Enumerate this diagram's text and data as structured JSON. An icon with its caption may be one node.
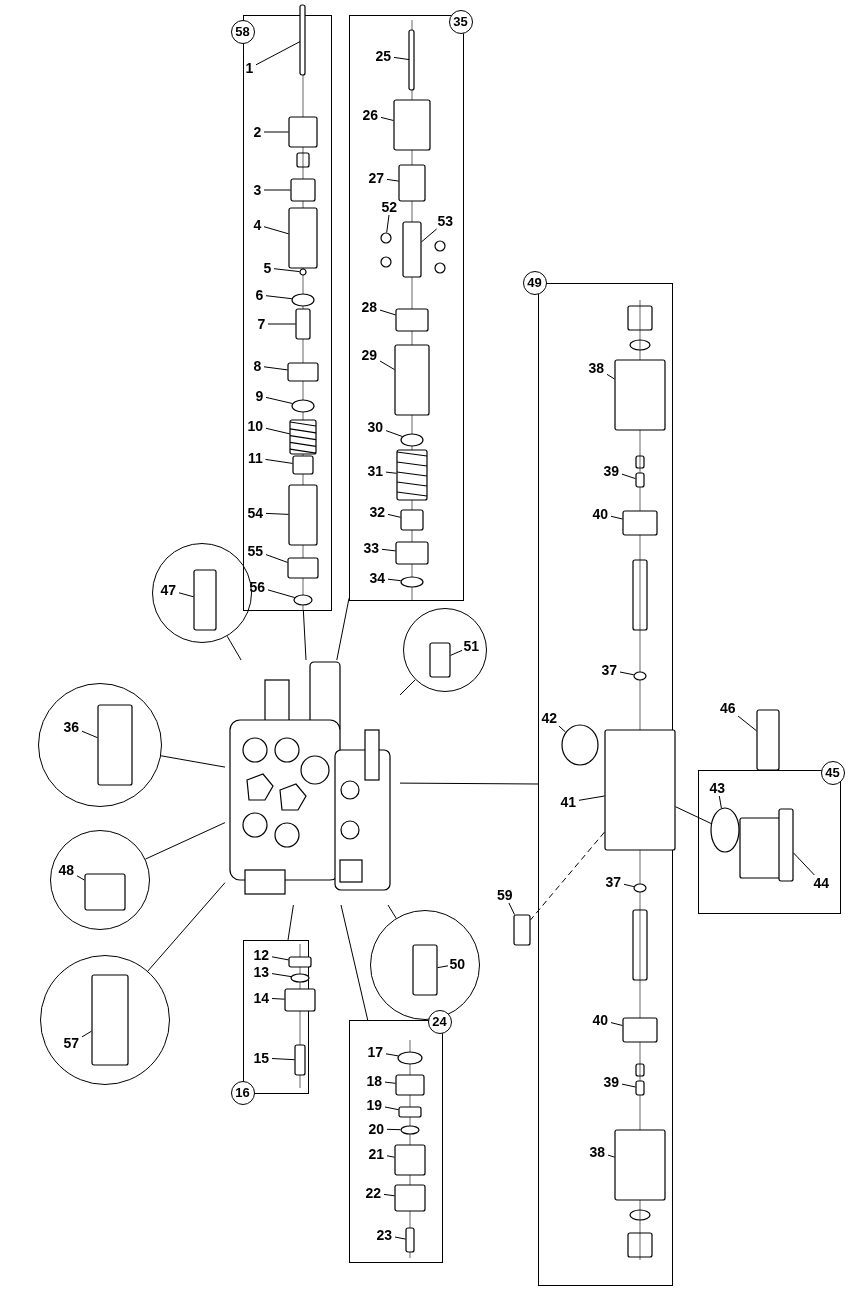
{
  "diagram": {
    "nodes": [
      {
        "text": [
          "58"
        ]
      },
      {
        "text": [
          "1"
        ],
        "in": 0
      },
      {
        "text": [
          "2"
        ],
        "in": 0
      },
      {
        "text": [
          "3"
        ],
        "in": 0
      },
      {
        "text": [
          "4"
        ],
        "in": 0
      },
      {
        "text": [
          "5"
        ],
        "in": 0
      },
      {
        "text": [
          "6"
        ],
        "in": 0
      },
      {
        "text": [
          "7"
        ],
        "in": 0
      },
      {
        "text": [
          "8"
        ],
        "in": 0
      },
      {
        "text": [
          "9"
        ],
        "in": 0
      },
      {
        "text": [
          "10"
        ],
        "in": 0
      },
      {
        "text": [
          "11"
        ],
        "in": 0
      },
      {
        "text": [
          "54"
        ],
        "in": 0
      },
      {
        "text": [
          "55"
        ],
        "in": 0
      },
      {
        "text": [
          "56"
        ],
        "in": 0
      },
      {
        "text": [
          "35"
        ]
      },
      {
        "text": [
          "25"
        ],
        "in": 15
      },
      {
        "text": [
          "26"
        ],
        "in": 15
      },
      {
        "text": [
          "27"
        ],
        "in": 15
      },
      {
        "text": [
          "52"
        ],
        "in": 15
      },
      {
        "text": [
          "53"
        ],
        "in": 15
      },
      {
        "text": [
          "28"
        ],
        "in": 15
      },
      {
        "text": [
          "29"
        ],
        "in": 15
      },
      {
        "text": [
          "30"
        ],
        "in": 15
      },
      {
        "text": [
          "31"
        ],
        "in": 15
      },
      {
        "text": [
          "32"
        ],
        "in": 15
      },
      {
        "text": [
          "33"
        ],
        "in": 15
      },
      {
        "text": [
          "34"
        ],
        "in": 15
      },
      {
        "text": [],
        "shape": "circle"
      },
      {
        "text": [
          "47"
        ],
        "in": 28
      },
      {
        "text": [],
        "shape": "circle"
      },
      {
        "text": [
          "51"
        ],
        "in": 30
      },
      {
        "text": [],
        "shape": "circle"
      },
      {
        "text": [
          "36"
        ],
        "in": 32
      },
      {
        "text": [],
        "shape": "picture"
      },
      {
        "text": [
          "49"
        ]
      },
      {
        "text": [
          "38"
        ],
        "in": 35
      },
      {
        "text": [
          "39"
        ],
        "in": 35
      },
      {
        "text": [
          "40"
        ],
        "in": 35
      },
      {
        "text": [
          "37"
        ],
        "in": 35
      },
      {
        "text": [
          "42"
        ],
        "in": 35
      },
      {
        "text": [
          "41"
        ],
        "in": 35
      },
      {
        "text": [
          "37"
        ],
        "in": 35
      },
      {
        "text": [
          "40"
        ],
        "in": 35
      },
      {
        "text": [
          "39"
        ],
        "in": 35
      },
      {
        "text": [
          "38"
        ],
        "in": 35
      },
      {
        "text": [
          "59"
        ]
      },
      {
        "text": [
          "46"
        ]
      },
      {
        "text": [
          "45"
        ]
      },
      {
        "text": [
          "43"
        ],
        "in": 48
      },
      {
        "text": [
          "44"
        ],
        "in": 48
      },
      {
        "text": [],
        "shape": "circle"
      },
      {
        "text": [
          "48"
        ],
        "in": 51
      },
      {
        "text": [],
        "shape": "circle"
      },
      {
        "text": [
          "50"
        ],
        "in": 53
      },
      {
        "text": [
          "16"
        ]
      },
      {
        "text": [
          "12"
        ],
        "in": 55
      },
      {
        "text": [
          "13"
        ],
        "in": 55
      },
      {
        "text": [
          "14"
        ],
        "in": 55
      },
      {
        "text": [
          "15"
        ],
        "in": 55
      },
      {
        "text": [],
        "shape": "circle"
      },
      {
        "text": [
          "57"
        ],
        "in": 60
      },
      {
        "text": [
          "24"
        ]
      },
      {
        "text": [
          "17"
        ],
        "in": 62
      },
      {
        "text": [
          "18"
        ],
        "in": 62
      },
      {
        "text": [
          "19"
        ],
        "in": 62
      },
      {
        "text": [
          "20"
        ],
        "in": 62
      },
      {
        "text": [
          "21"
        ],
        "in": 62
      },
      {
        "text": [
          "22"
        ],
        "in": 62
      },
      {
        "text": [
          "23"
        ],
        "in": 62
      },
      {
        "text": [],
        "shape": "box",
        "in": 0
      },
      {
        "text": [],
        "shape": "box",
        "in": 0
      },
      {
        "text": [],
        "shape": "box",
        "in": 0
      },
      {
        "text": [],
        "shape": "box",
        "in": 0
      },
      {
        "text": [],
        "shape": "circle",
        "in": 0
      },
      {
        "text": [],
        "shape": "circle",
        "in": 0
      },
      {
        "text": [],
        "shape": "box",
        "in": 0
      },
      {
        "text": [],
        "shape": "box",
        "in": 0
      },
      {
        "text": [],
        "shape": "circle",
        "in": 0
      },
      {
        "text": [],
        "shape": "picture",
        "in": 0
      },
      {
        "text": [],
        "shape": "box",
        "in": 0
      },
      {
        "text": [],
        "shape": "box",
        "in": 0
      },
      {
        "text": [],
        "shape": "box",
        "in": 0
      },
      {
        "text": [],
        "shape": "circle",
        "in": 0
      },
      {
        "text": [],
        "shape": "box",
        "in": 15
      },
      {
        "text": [],
        "shape": "box",
        "in": 15
      },
      {
        "text": [],
        "shape": "box",
        "in": 15
      },
      {
        "text": [],
        "shape": "circle",
        "in": 15
      },
      {
        "text": [],
        "shape": "box",
        "in": 15
      },
      {
        "text": [],
        "shape": "box",
        "in": 15
      },
      {
        "text": [],
        "shape": "box",
        "in": 15
      },
      {
        "text": [],
        "shape": "circle",
        "in": 15
      },
      {
        "text": [],
        "shape": "picture",
        "in": 15
      },
      {
        "text": [],
        "shape": "box",
        "in": 15
      },
      {
        "text": [],
        "shape": "box",
        "in": 15
      },
      {
        "text": [],
        "shape": "circle",
        "in": 15
      },
      {
        "text": [],
        "shape": "box",
        "in": 28
      },
      {
        "text": [],
        "shape": "box",
        "in": 30
      },
      {
        "text": [],
        "shape": "box",
        "in": 32
      },
      {
        "text": [],
        "shape": "box",
        "in": 35
      },
      {
        "text": [],
        "shape": "box",
        "in": 35
      },
      {
        "text": [],
        "shape": "box",
        "in": 35
      },
      {
        "text": [],
        "shape": "circle",
        "in": 35
      },
      {
        "text": [],
        "shape": "circle",
        "in": 35
      },
      {
        "text": [],
        "shape": "box",
        "in": 35
      },
      {
        "text": [],
        "shape": "circle",
        "in": 35
      },
      {
        "text": [],
        "shape": "box",
        "in": 35
      },
      {
        "text": [],
        "shape": "box",
        "in": 35
      },
      {
        "text": [],
        "shape": "box",
        "in": 35
      },
      {
        "text": [],
        "shape": "box"
      },
      {
        "text": [],
        "shape": "box"
      },
      {
        "text": [],
        "shape": "circle",
        "in": 48
      },
      {
        "text": [],
        "shape": "box",
        "in": 48
      },
      {
        "text": [],
        "shape": "box",
        "in": 51
      },
      {
        "text": [],
        "shape": "box",
        "in": 53
      },
      {
        "text": [],
        "shape": "box",
        "in": 55
      },
      {
        "text": [],
        "shape": "circle",
        "in": 55
      },
      {
        "text": [],
        "shape": "box",
        "in": 55
      },
      {
        "text": [],
        "shape": "box",
        "in": 55
      },
      {
        "text": [],
        "shape": "box",
        "in": 60
      },
      {
        "text": [],
        "shape": "circle",
        "in": 62
      },
      {
        "text": [],
        "shape": "box",
        "in": 62
      },
      {
        "text": [],
        "shape": "box",
        "in": 62
      },
      {
        "text": [],
        "shape": "circle",
        "in": 62
      },
      {
        "text": [],
        "shape": "box",
        "in": 62
      },
      {
        "text": [],
        "shape": "box",
        "in": 62
      },
      {
        "text": [],
        "shape": "box",
        "in": 62
      }
    ],
    "edges": [
      {
        "from": 1,
        "to": 70,
        "arrow": "none"
      },
      {
        "from": 2,
        "to": 71,
        "arrow": "none"
      },
      {
        "from": 3,
        "to": 72,
        "arrow": "none"
      },
      {
        "from": 4,
        "to": 73,
        "arrow": "none"
      },
      {
        "from": 5,
        "to": 74,
        "arrow": "none"
      },
      {
        "from": 6,
        "to": 75,
        "arrow": "none"
      },
      {
        "from": 7,
        "to": 76,
        "arrow": "none"
      },
      {
        "from": 8,
        "to": 77,
        "arrow": "none"
      },
      {
        "from": 9,
        "to": 78,
        "arrow": "none"
      },
      {
        "from": 10,
        "to": 79,
        "arrow": "none"
      },
      {
        "from": 11,
        "to": 80,
        "arrow": "none"
      },
      {
        "from": 12,
        "to": 81,
        "arrow": "none"
      },
      {
        "from": 13,
        "to": 82,
        "arrow": "none"
      },
      {
        "from": 14,
        "to": 83,
        "arrow": "none"
      },
      {
        "from": 16,
        "to": 84,
        "arrow": "none"
      },
      {
        "from": 17,
        "to": 85,
        "arrow": "none"
      },
      {
        "from": 18,
        "to": 86,
        "arrow": "none"
      },
      {
        "from": 19,
        "to": 87,
        "arrow": "none"
      },
      {
        "from": 20,
        "to": 88,
        "arrow": "none"
      },
      {
        "from": 21,
        "to": 89,
        "arrow": "none"
      },
      {
        "from": 22,
        "to": 90,
        "arrow": "none"
      },
      {
        "from": 23,
        "to": 91,
        "arrow": "none"
      },
      {
        "from": 24,
        "to": 92,
        "arrow": "none"
      },
      {
        "from": 25,
        "to": 93,
        "arrow": "none"
      },
      {
        "from": 26,
        "to": 94,
        "arrow": "none"
      },
      {
        "from": 27,
        "to": 95,
        "arrow": "none"
      },
      {
        "from": 29,
        "to": 96,
        "arrow": "none"
      },
      {
        "from": 31,
        "to": 97,
        "arrow": "none"
      },
      {
        "from": 33,
        "to": 98,
        "arrow": "none"
      },
      {
        "from": 36,
        "to": 99,
        "arrow": "none"
      },
      {
        "from": 37,
        "to": 100,
        "arrow": "none"
      },
      {
        "from": 38,
        "to": 101,
        "arrow": "none"
      },
      {
        "from": 39,
        "to": 102,
        "arrow": "none"
      },
      {
        "from": 40,
        "to": 103,
        "arrow": "none"
      },
      {
        "from": 41,
        "to": 104,
        "arrow": "none"
      },
      {
        "from": 42,
        "to": 105,
        "arrow": "none"
      },
      {
        "from": 43,
        "to": 106,
        "arrow": "none"
      },
      {
        "from": 44,
        "to": 107,
        "arrow": "none"
      },
      {
        "from": 45,
        "to": 108,
        "arrow": "none"
      },
      {
        "from": 46,
        "to": 109,
        "arrow": "none"
      },
      {
        "from": 47,
        "to": 110,
        "arrow": "none"
      },
      {
        "from": 49,
        "to": 111,
        "arrow": "none"
      },
      {
        "from": 50,
        "to": 112,
        "arrow": "none"
      },
      {
        "from": 52,
        "to": 113,
        "arrow": "none"
      },
      {
        "from": 54,
        "to": 114,
        "arrow": "none"
      },
      {
        "from": 56,
        "to": 115,
        "arrow": "none"
      },
      {
        "from": 57,
        "to": 116,
        "arrow": "none"
      },
      {
        "from": 58,
        "to": 117,
        "arrow": "none"
      },
      {
        "from": 59,
        "to": 118,
        "arrow": "none"
      },
      {
        "from": 61,
        "to": 119,
        "arrow": "none"
      },
      {
        "from": 63,
        "to": 120,
        "arrow": "none"
      },
      {
        "from": 64,
        "to": 121,
        "arrow": "none"
      },
      {
        "from": 65,
        "to": 122,
        "arrow": "none"
      },
      {
        "from": 66,
        "to": 123,
        "arrow": "none"
      },
      {
        "from": 67,
        "to": 124,
        "arrow": "none"
      },
      {
        "from": 68,
        "to": 125,
        "arrow": "none"
      },
      {
        "from": 69,
        "to": 126,
        "arrow": "none"
      },
      {
        "from": 0,
        "to": 34,
        "arrow": "none"
      },
      {
        "from": 15,
        "to": 34,
        "arrow": "none"
      },
      {
        "from": 28,
        "to": 34,
        "arrow": "none"
      },
      {
        "from": 30,
        "to": 34,
        "arrow": "none"
      },
      {
        "from": 32,
        "to": 34,
        "arrow": "none"
      },
      {
        "from": 35,
        "to": 34,
        "arrow": "none"
      },
      {
        "from": 51,
        "to": 34,
        "arrow": "none"
      },
      {
        "from": 53,
        "to": 34,
        "arrow": "none"
      },
      {
        "from": 55,
        "to": 34,
        "arrow": "none"
      },
      {
        "from": 60,
        "to": 34,
        "arrow": "none"
      },
      {
        "from": 62,
        "to": 34,
        "arrow": "none"
      },
      {
        "from": 104,
        "to": 109,
        "arrow": "none",
        "style": "dashed"
      },
      {
        "from": 104,
        "to": 111,
        "arrow": "none"
      }
    ]
  }
}
